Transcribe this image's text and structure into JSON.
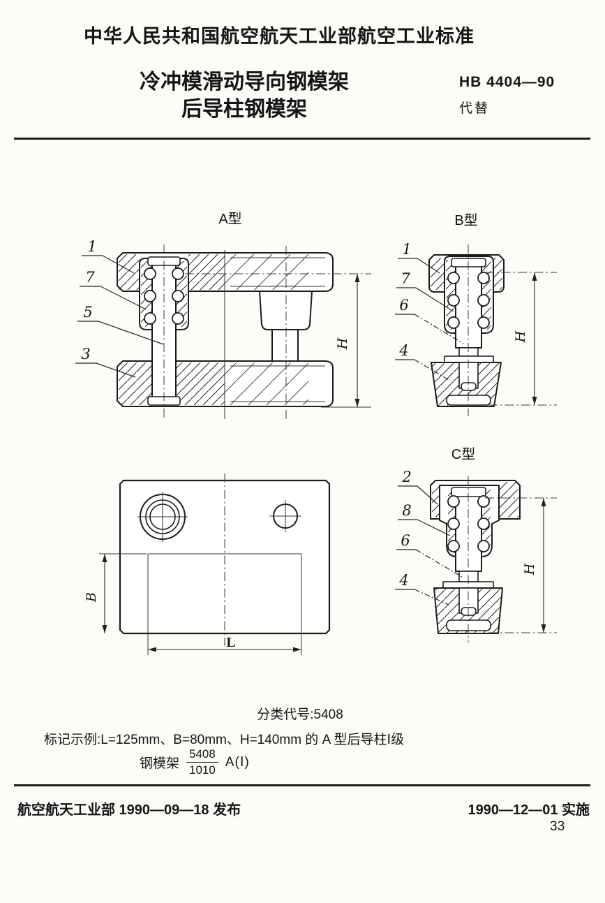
{
  "header": {
    "org_standard_line": "中华人民共和国航空航天工业部航空工业标准"
  },
  "title_block": {
    "title_line1": "冷冲模滑动导向钢模架",
    "title_line2": "后导柱钢模架",
    "standard_no": "HB 4404—90",
    "supersedes_label": "代替"
  },
  "figures": {
    "type_a": {
      "title": "A型",
      "part_labels": [
        "1",
        "7",
        "5",
        "3"
      ],
      "dim_label": "H"
    },
    "type_b": {
      "title": "B型",
      "part_labels": [
        "1",
        "7",
        "6",
        "4"
      ],
      "dim_label": "H"
    },
    "type_c": {
      "title": "C型",
      "part_labels": [
        "2",
        "8",
        "6",
        "4"
      ],
      "dim_label": "H"
    },
    "plan_view": {
      "dim_length": "L",
      "dim_width": "B"
    }
  },
  "notes": {
    "classification": "分类代号:5408",
    "marking_example": "标记示例:L=125mm、B=80mm、H=140mm 的 A 型后导柱Ⅰ级",
    "designation_prefix": "钢模架",
    "designation_numerator": "5408",
    "designation_denominator": "1010",
    "designation_suffix": "A(Ⅰ)"
  },
  "footer": {
    "issued": "航空航天工业部 1990—09—18 发布",
    "effective": "1990—12—01 实施",
    "page_number": "33"
  }
}
